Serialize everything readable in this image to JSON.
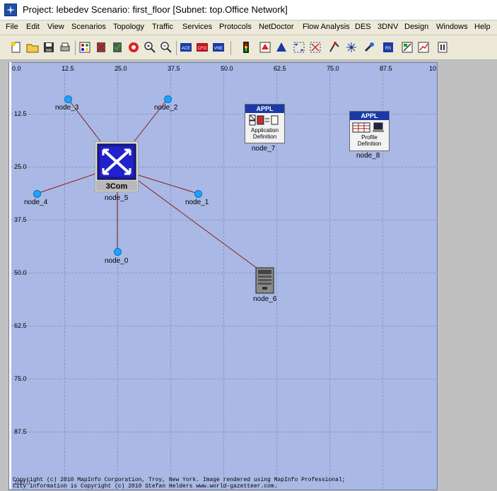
{
  "window": {
    "title": "Project: lebedev Scenario: first_floor  [Subnet: top.Office Network]"
  },
  "menu": {
    "items": [
      "File",
      "Edit",
      "View",
      "Scenarios",
      "Topology",
      "Traffic",
      "Services",
      "Protocols",
      "NetDoctor",
      "Flow Analysis",
      "DES",
      "3DNV",
      "Design",
      "Windows",
      "Help"
    ]
  },
  "toolbar": {
    "ace_label": "ACE",
    "cfg_label": "CFG",
    "vne_label": "VNE",
    "rs_label": "RS"
  },
  "axis": {
    "x_ticks": [
      "0.0",
      "12.5",
      "25.0",
      "37.5",
      "50.0",
      "62.5",
      "75.0",
      "87.5",
      "10"
    ],
    "y_ticks": [
      "12.5",
      "25.0",
      "37.5",
      "50.0",
      "62.5",
      "75.0",
      "87.5",
      "100.0"
    ]
  },
  "nodes": {
    "node_0": "node_0",
    "node_1": "node_1",
    "node_2": "node_2",
    "node_3": "node_3",
    "node_4": "node_4",
    "node_5": "node_5",
    "node_6": "node_6",
    "node_7": "node_7",
    "node_8": "node_8",
    "switch_brand": "3Com",
    "appl_header": "APPL",
    "app_def_line1": "Application",
    "app_def_line2": "Definition",
    "profile_line1": "Profile",
    "profile_line2": "Definition"
  },
  "footer": {
    "copyright_line1": "Copyright (c) 2010 MapInfo Corporation, Troy, New York. Image rendered using MapInfo Professional;",
    "copyright_line2": "City information is Copyright (c) 2010 Stefan Helders www.world-gazetteer.com."
  },
  "colors": {
    "canvas": "#a9b8e4",
    "link": "#8b1a1a",
    "node_dot": "#1aa3ff",
    "appl_header": "#1a3aa6"
  }
}
